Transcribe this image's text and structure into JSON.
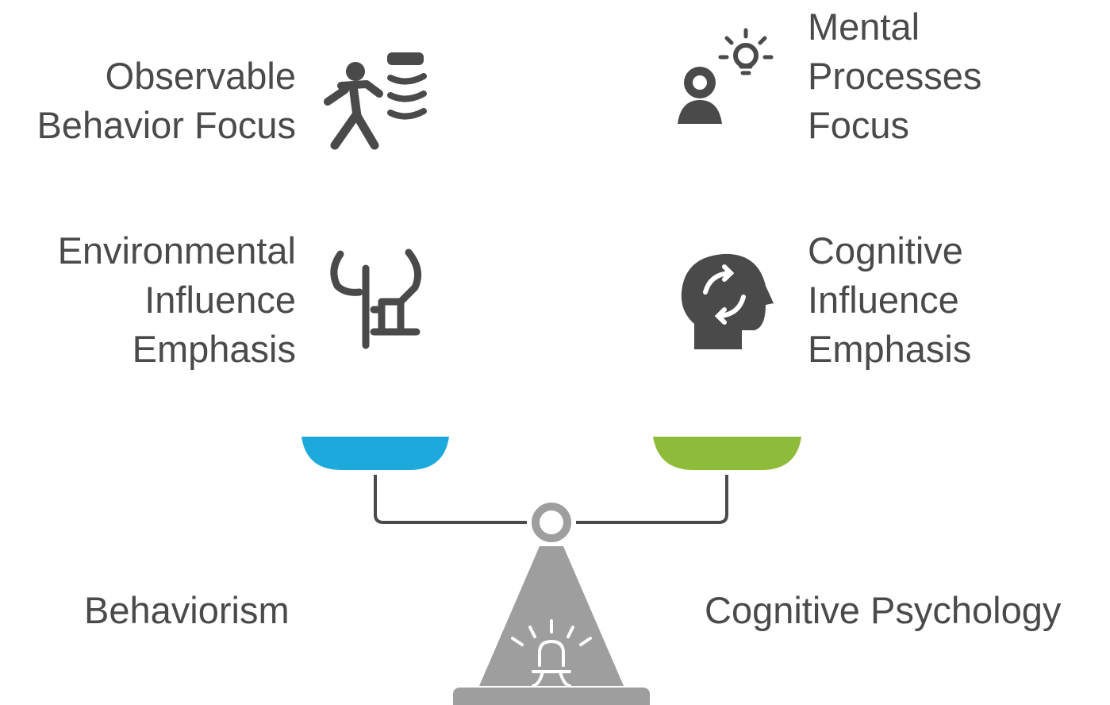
{
  "left": {
    "title": "Behaviorism",
    "items": [
      {
        "lines": [
          "Observable",
          "Behavior Focus"
        ],
        "icon": "person-stacking-icon"
      },
      {
        "lines": [
          "Environmental",
          "Influence",
          "Emphasis"
        ],
        "icon": "cactus-icon"
      }
    ],
    "pan_color": "#1ea9dd"
  },
  "right": {
    "title": "Cognitive Psychology",
    "items": [
      {
        "lines": [
          "Mental",
          "Processes",
          "Focus"
        ],
        "icon": "person-lightbulb-icon"
      },
      {
        "lines": [
          "Cognitive",
          "Influence",
          "Emphasis"
        ],
        "icon": "head-cycle-icon"
      }
    ],
    "pan_color": "#8ebb3a"
  },
  "colors": {
    "text": "#4a4a4a",
    "scale_gray": "#9e9e9e",
    "beam": "#4a4a4a"
  }
}
